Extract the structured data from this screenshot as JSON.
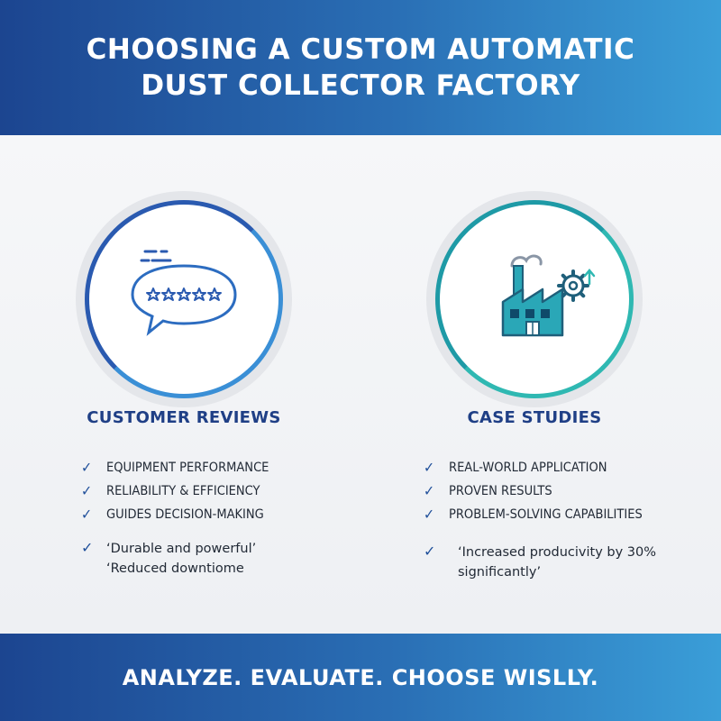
{
  "header": {
    "title": "CHOOSING A CUSTOM AUTOMATIC DUST COLLECTOR FACTORY"
  },
  "colors": {
    "brand_dark": "#1c4590",
    "brand_light": "#3a9ed8",
    "heading": "#1f3f86",
    "teal": "#1e9aa6"
  },
  "left": {
    "icon": "speech-bubble-stars-icon",
    "title": "CUSTOMER REVIEWS",
    "items": [
      "EQUIPMENT PERFORMANCE",
      "RELIABILITY & EFFICIENCY",
      "GUIDES DECISION-MAKING"
    ],
    "quotes": [
      "‘Durable and powerful’",
      "‘Reduced downtiome"
    ]
  },
  "right": {
    "icon": "factory-gear-icon",
    "title": "CASE STUDIES",
    "items": [
      "REAL-WORLD APPLICATION",
      "PROVEN RESULTS",
      "PROBLEM-SOLVING CAPABILITIES"
    ],
    "quotes": [
      "‘Increased producivity by 30%",
      "significantly’"
    ]
  },
  "footer": {
    "tagline": "ANALYZE. EVALUATE. CHOOSE WISLLY."
  }
}
